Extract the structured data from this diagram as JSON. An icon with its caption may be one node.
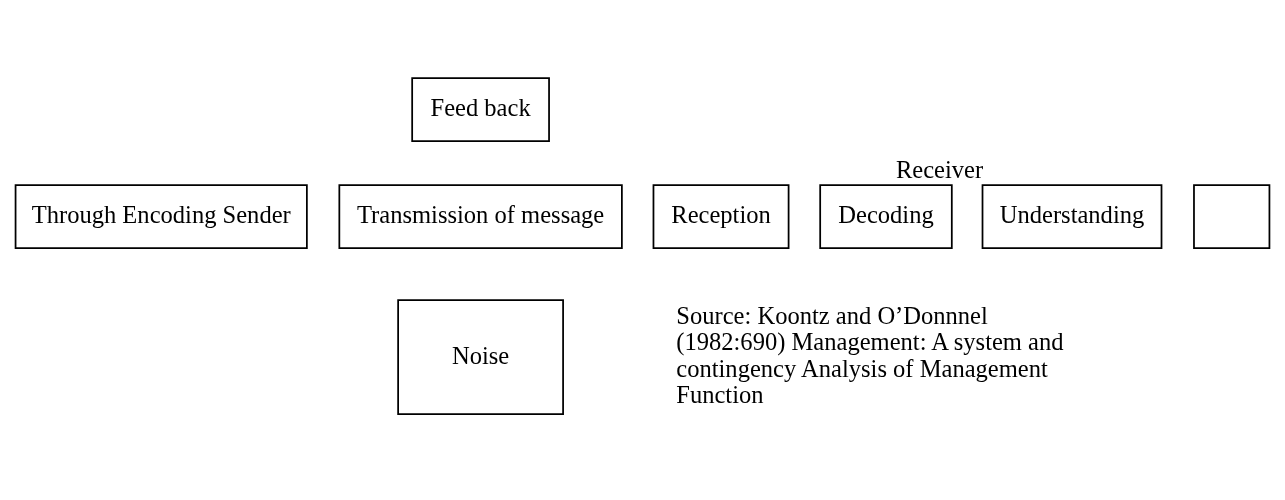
{
  "diagram": {
    "nodes": [
      {
        "text": [
          "Feed back"
        ]
      },
      {
        "text": [
          "Through Encoding Sender"
        ]
      },
      {
        "text": [
          "Transmission of message"
        ]
      },
      {
        "text": [
          "Reception"
        ]
      },
      {
        "text": [
          "Decoding"
        ]
      },
      {
        "text": [
          "Understanding"
        ],
        "beside": [
          "Receiver"
        ]
      },
      {
        "text": [],
        "shape": "box"
      },
      {
        "text": [
          "Noise"
        ]
      }
    ],
    "edges": [],
    "labels": [
      "Source: Koontz and O’Donnnel (1982:690) Management: A system and contingency Analysis of Management Function"
    ]
  }
}
